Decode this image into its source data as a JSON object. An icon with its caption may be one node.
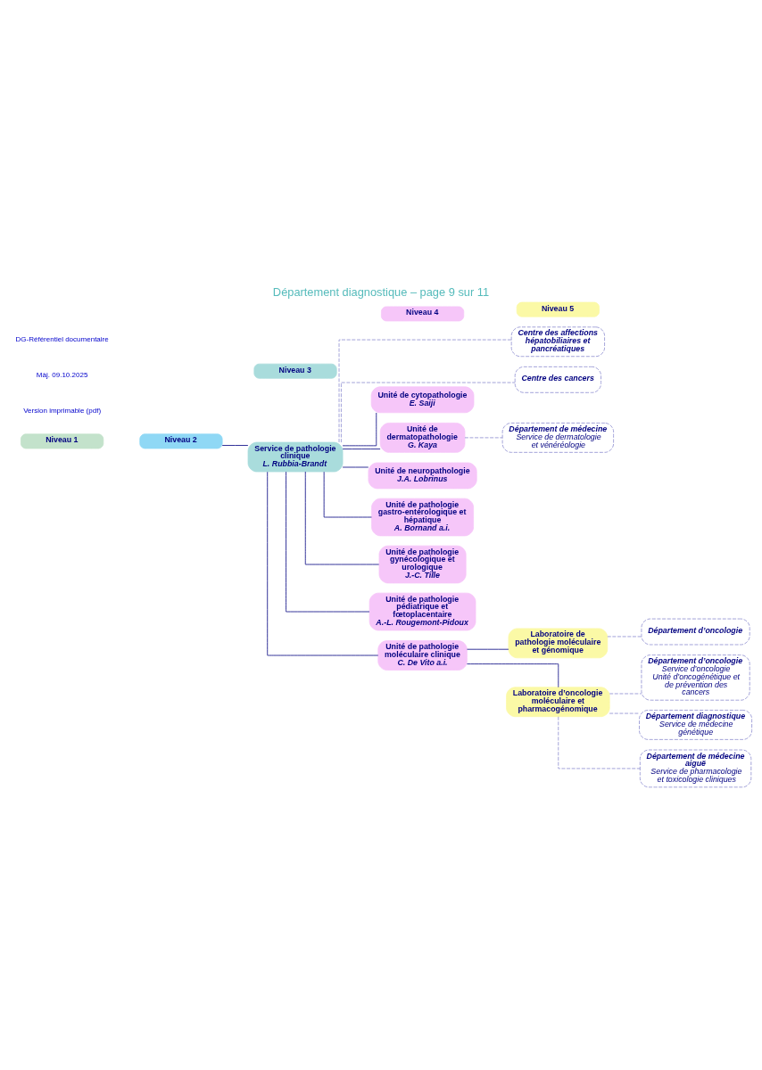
{
  "diagram": {
    "title": "Département diagnostique – page 9 sur 11",
    "nodes": [
      {
        "text": [
          "Niveau 1"
        ]
      },
      {
        "text": [
          "Niveau 2"
        ]
      },
      {
        "text": [
          "Niveau 3"
        ]
      },
      {
        "text": [
          "Niveau 4"
        ]
      },
      {
        "text": [
          "Niveau 5"
        ]
      },
      {
        "text": [
          "Service de pathologie clinique",
          "L. Rubbia-Brandt"
        ]
      },
      {
        "text": [
          "Centre des affections hépatobiliaires et pancréatiques"
        ]
      },
      {
        "text": [
          "Centre des cancers"
        ]
      },
      {
        "text": [
          "Unité de cytopathologie",
          "E. Saiji"
        ]
      },
      {
        "text": [
          "Unité de dermatopathologie",
          "G. Kaya"
        ]
      },
      {
        "text": [
          "Département de médecine",
          "Service de dermatologie et vénéréologie"
        ]
      },
      {
        "text": [
          "Unité de neuropathologie",
          "J.A. Lobrinus"
        ]
      },
      {
        "text": [
          "Unité de pathologie gastro-entérologique et hépatique",
          "A. Bornand a.i."
        ]
      },
      {
        "text": [
          "Unité de pathologie gynécologique et urologique",
          "J.-C. Tille"
        ]
      },
      {
        "text": [
          "Unité de pathologie pédiatrique et fœtoplacentaire",
          "A.-L. Rougemont-Pidoux"
        ]
      },
      {
        "text": [
          "Unité de pathologie moléculaire clinique",
          "C. De Vito a.i."
        ]
      },
      {
        "text": [
          "Laboratoire de pathologie moléculaire et génomique"
        ]
      },
      {
        "text": [
          "Département d’oncologie"
        ]
      },
      {
        "text": [
          "Laboratoire d’oncologie moléculaire et pharmacogénomique"
        ]
      },
      {
        "text": [
          "Département d’oncologie",
          "Service d’oncologie",
          "Unité d’oncogénétique et de prévention des cancers"
        ]
      },
      {
        "text": [
          "Département diagnostique",
          "Service de médecine génétique"
        ]
      },
      {
        "text": [
          "Département de médecine aiguë",
          "Service de pharmacologie et toxicologie cliniques"
        ]
      }
    ],
    "edges": [
      {
        "from": 1,
        "to": 5,
        "arrow": "none"
      },
      {
        "from": 5,
        "to": 6,
        "arrow": "none",
        "style": "dashed",
        "color": "#8c8cd0"
      },
      {
        "from": 5,
        "to": 7,
        "arrow": "none",
        "style": "dashed",
        "color": "#8c8cd0"
      },
      {
        "from": 5,
        "to": 8,
        "arrow": "none"
      },
      {
        "from": 5,
        "to": 9,
        "arrow": "none"
      },
      {
        "from": 9,
        "to": 10,
        "arrow": "none",
        "style": "dashed",
        "color": "#8c8cd0"
      },
      {
        "from": 5,
        "to": 11,
        "arrow": "none"
      },
      {
        "from": 5,
        "to": 12,
        "arrow": "none"
      },
      {
        "from": 5,
        "to": 13,
        "arrow": "none"
      },
      {
        "from": 5,
        "to": 14,
        "arrow": "none"
      },
      {
        "from": 5,
        "to": 15,
        "arrow": "none"
      },
      {
        "from": 15,
        "to": 16,
        "arrow": "none"
      },
      {
        "from": 16,
        "to": 17,
        "arrow": "none",
        "style": "dashed",
        "color": "#8c8cd0"
      },
      {
        "from": 15,
        "to": 18,
        "arrow": "none"
      },
      {
        "from": 18,
        "to": 19,
        "arrow": "none",
        "style": "dashed",
        "color": "#8c8cd0"
      },
      {
        "from": 18,
        "to": 20,
        "arrow": "none",
        "style": "dashed",
        "color": "#8c8cd0"
      },
      {
        "from": 18,
        "to": 21,
        "arrow": "none",
        "style": "dashed",
        "color": "#8c8cd0"
      }
    ],
    "labels": [
      "Version imprimable (pdf)",
      "Màj. 09.10.2025",
      "DG-Référentiel documentaire"
    ]
  }
}
